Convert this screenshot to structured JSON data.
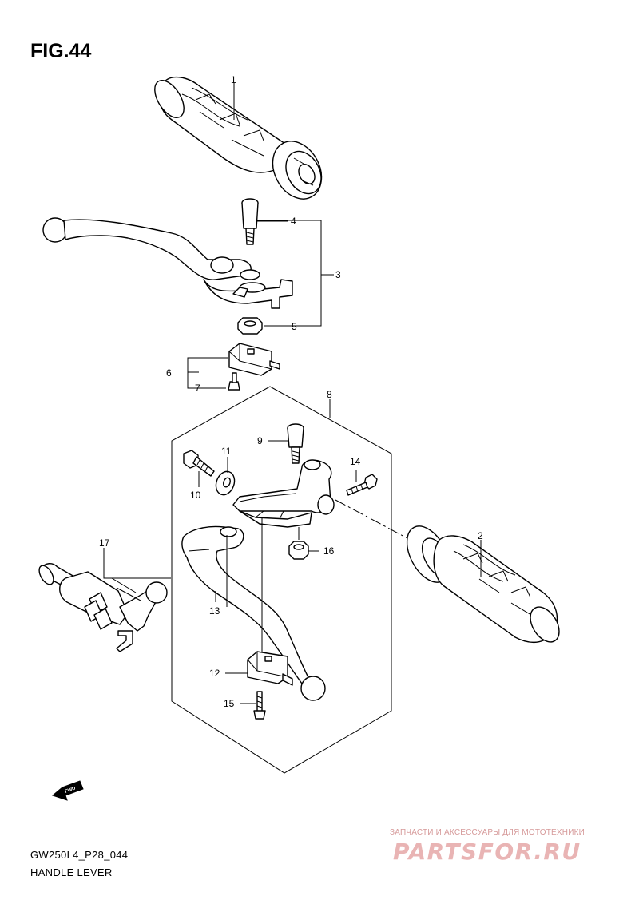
{
  "figure": {
    "title": "FIG.44",
    "code": "GW250L4_P28_044",
    "name": "HANDLE LEVER"
  },
  "callouts": [
    "1",
    "2",
    "3",
    "4",
    "5",
    "6",
    "7",
    "8",
    "9",
    "10",
    "11",
    "12",
    "13",
    "14",
    "15",
    "16",
    "17"
  ],
  "fwd_label": "FWD",
  "watermark": {
    "tagline": "ЗАПЧАСТИ И АКСЕССУАРЫ ДЛЯ МОТОТЕХНИКИ",
    "logo": "PARTSFOR.RU",
    "color": "#e9b4b4"
  }
}
